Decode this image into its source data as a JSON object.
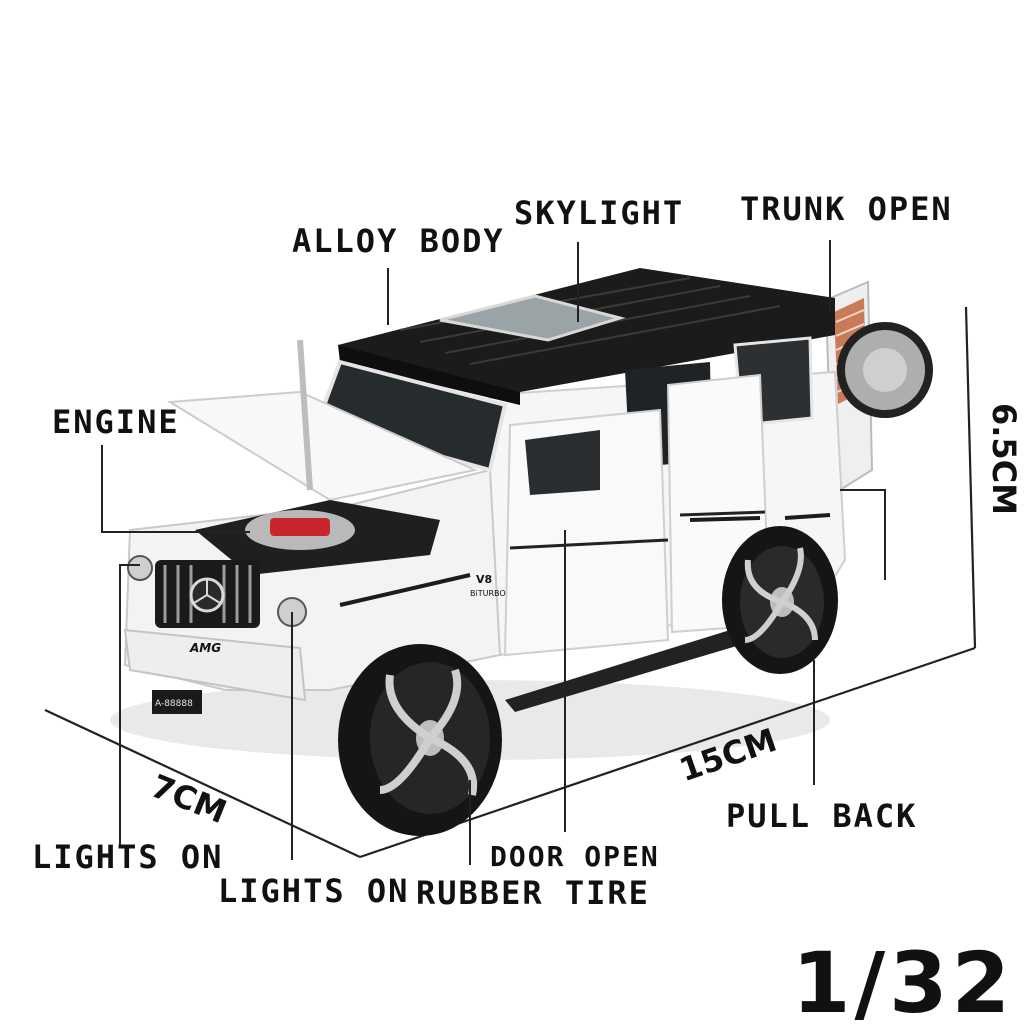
{
  "labels": {
    "alloy_body": "ALLOY BODY",
    "skylight": "SKYLIGHT",
    "trunk_open": "TRUNK OPEN",
    "engine": "ENGINE",
    "lights_on_left": "LIGHTS ON",
    "lights_on_front": "LIGHTS ON",
    "door_open": "DOOR OPEN",
    "rubber_tire": "RUBBER TIRE",
    "pull_back": "PULL BACK"
  },
  "dimensions": {
    "length": "15CM",
    "width": "7CM",
    "height": "6.5CM"
  },
  "scale": "1/32",
  "car": {
    "badge": "V8",
    "badge_sub": "BiTURBO",
    "grille_logo": "AMG",
    "plate": "A-88888",
    "colors": {
      "body": "#f4f4f4",
      "roof": "#1a1a1a",
      "tire": "#151515",
      "rim": "#2a2a2a",
      "trim": "#1c1c1c"
    }
  }
}
